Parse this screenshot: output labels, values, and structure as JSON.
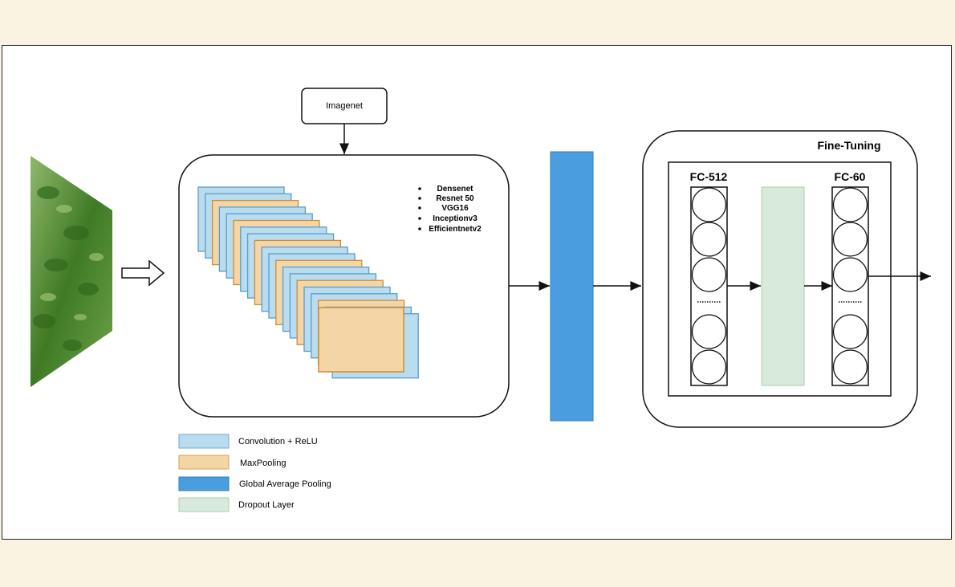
{
  "imagenet_label": "Imagenet",
  "models": [
    "Densenet",
    "Resnet 50",
    "VGG16",
    "Inceptionv3",
    "Efficientnetv2"
  ],
  "fine_tuning_label": "Fine-Tuning",
  "fc1_label": "FC-512",
  "fc2_label": "FC-60",
  "legend": [
    {
      "label": "Convolution + ReLU",
      "color": "#b9dcef",
      "stroke": "#6fa8d0"
    },
    {
      "label": "MaxPooling",
      "color": "#f4d6a6",
      "stroke": "#d4a35a"
    },
    {
      "label": "Global Average Pooling",
      "color": "#4a9ee0",
      "stroke": "#2f7fc0"
    },
    {
      "label": "Dropout Layer",
      "color": "#d8eadb",
      "stroke": "#a9cfa9"
    }
  ],
  "colors": {
    "conv": "#b9dcef",
    "conv_stroke": "#5b9ccc",
    "pool": "#f4d6a6",
    "pool_stroke": "#c98d3a",
    "gap": "#4a9ee0",
    "dropout": "#d8eadb",
    "leaf": "#4f8a2e"
  }
}
